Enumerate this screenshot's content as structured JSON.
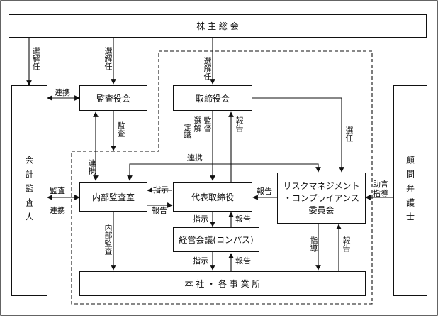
{
  "boxes": {
    "shareholders": "株 主 総 会",
    "auditor_board": "監査役会",
    "board": "取締役会",
    "accounting_auditor": "会計監査人",
    "advisory_lawyer": "顧問弁護士",
    "internal_audit": "内部監査室",
    "representative_director": "代表取締役",
    "risk_committee_line1": "リスクマネジメント",
    "risk_committee_line2": "・コンプライアンス",
    "risk_committee_line3": "委員会",
    "management_meeting": "経営会議(コンパス)",
    "offices": "本 社 ・ 各 事 業 所"
  },
  "labels": {
    "elect_left": "選解任",
    "elect_auditor": "選解任",
    "elect_board": "選解任",
    "renkei_top": "連携",
    "kansa_auditor": "監査",
    "renkei_internal": "連携",
    "kansa_left": "監査",
    "renkei_left": "連携",
    "select_dismiss": "選解",
    "appoint": "定職",
    "supervise": "監督",
    "report_board": "報告",
    "appoint_risk": "選任",
    "renkei_mid": "連携",
    "instruct_internal": "指示",
    "report_internal": "報告",
    "report_risk": "報告",
    "advice_guide": "助言指導",
    "internal_audit_v": "内部監査",
    "instruct_mgmt": "指示",
    "report_mgmt": "報告",
    "instruct_offices": "指示",
    "report_offices": "報告",
    "guidance": "指導",
    "report_risk_offices": "報告"
  }
}
